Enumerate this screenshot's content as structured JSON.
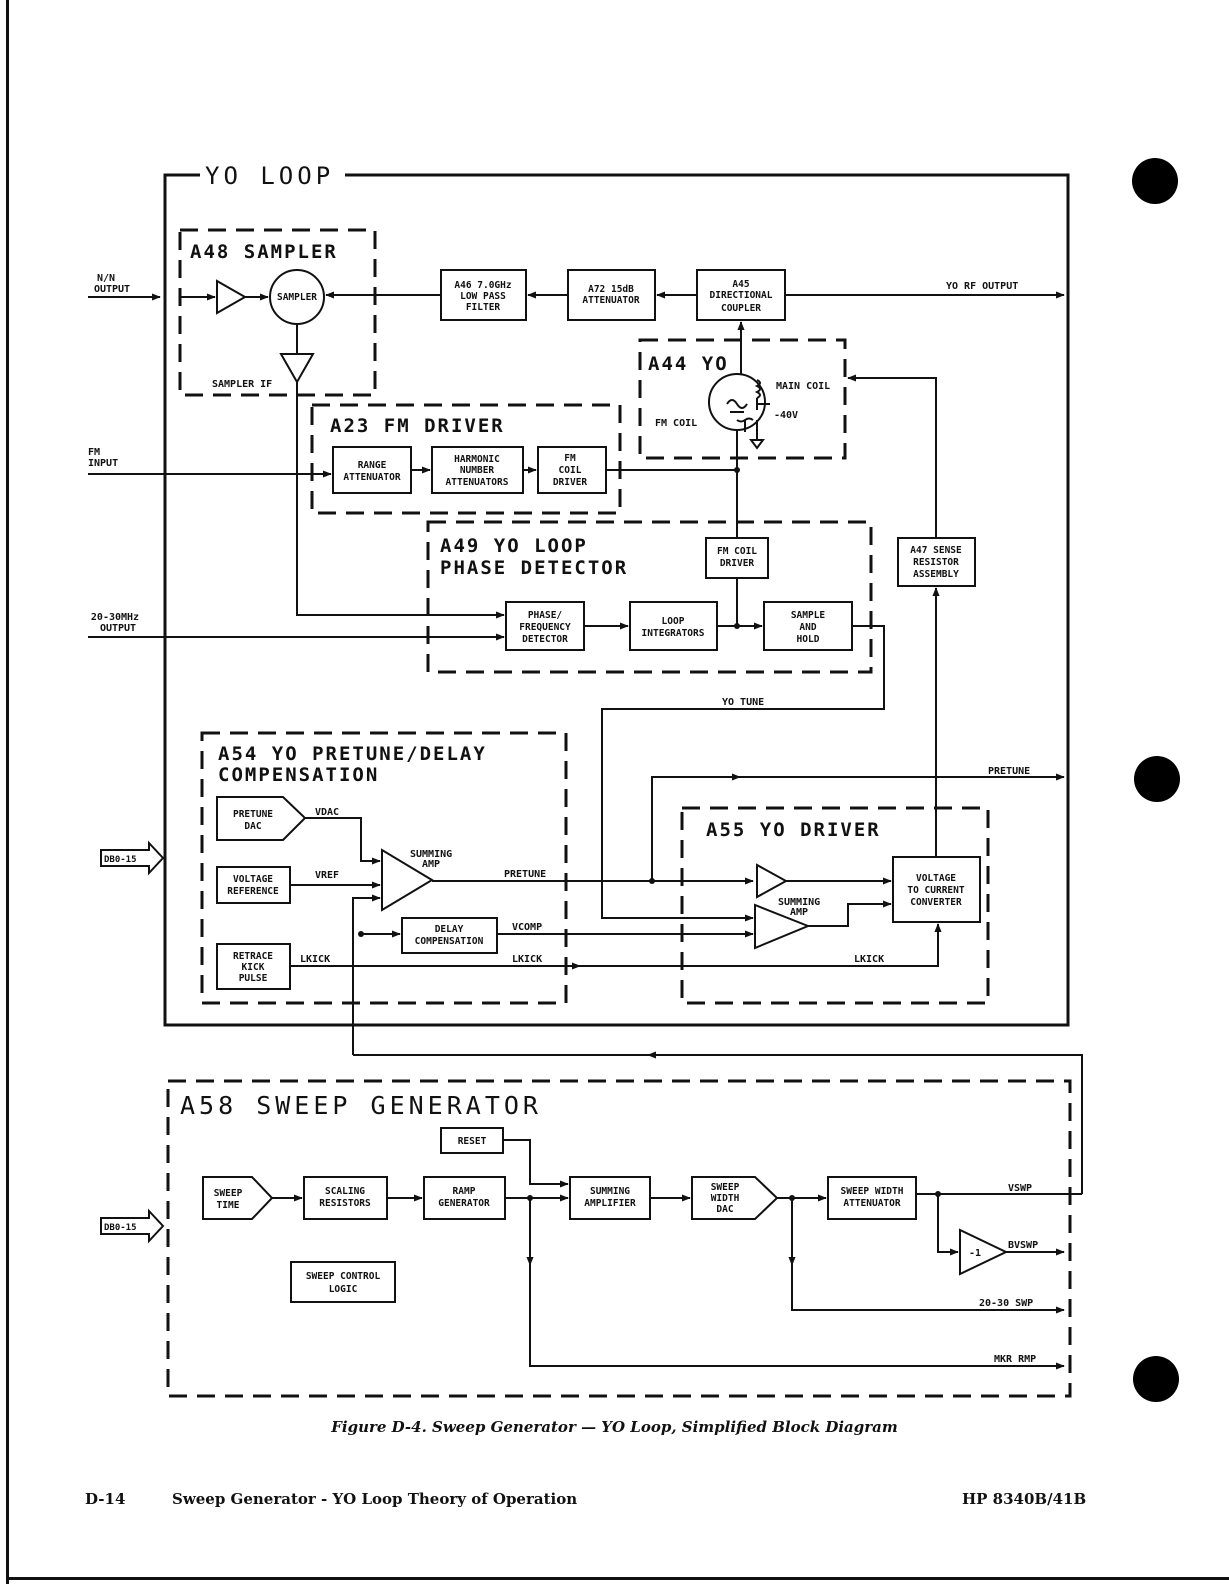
{
  "loop_title": "YO LOOP",
  "sections": {
    "a48": "A48 SAMPLER",
    "a23": "A23 FM DRIVER",
    "a44": "A44 YO",
    "a49_line1": "A49 YO LOOP",
    "a49_line2": "PHASE DETECTOR",
    "a54_line1": "A54 YO PRETUNE/DELAY",
    "a54_line2": "COMPENSATION",
    "a55": "A55 YO DRIVER",
    "a58": "A58 SWEEP GENERATOR"
  },
  "blocks": {
    "sampler": "SAMPLER",
    "a46": [
      "A46 7.0GHz",
      "LOW PASS",
      "FILTER"
    ],
    "a72": [
      "A72 15dB",
      "ATTENUATOR"
    ],
    "a45": [
      "A45",
      "DIRECTIONAL",
      "COUPLER"
    ],
    "range_att": [
      "RANGE",
      "ATTENUATOR"
    ],
    "harmonic": [
      "HARMONIC",
      "NUMBER",
      "ATTENUATORS"
    ],
    "fm_coil_driver_a23": [
      "FM",
      "COIL",
      "DRIVER"
    ],
    "fm_coil_driver_a49": [
      "FM COIL",
      "DRIVER"
    ],
    "a47": [
      "A47 SENSE",
      "RESISTOR",
      "ASSEMBLY"
    ],
    "pfd": [
      "PHASE/",
      "FREQUENCY",
      "DETECTOR"
    ],
    "loop_int": [
      "LOOP",
      "INTEGRATORS"
    ],
    "sample_hold": [
      "SAMPLE",
      "AND",
      "HOLD"
    ],
    "pretune_dac": [
      "PRETUNE",
      "DAC"
    ],
    "voltage_ref": [
      "VOLTAGE",
      "REFERENCE"
    ],
    "retrace": [
      "RETRACE",
      "KICK",
      "PULSE"
    ],
    "delay_comp": [
      "DELAY",
      "COMPENSATION"
    ],
    "v2i": [
      "VOLTAGE",
      "TO CURRENT",
      "CONVERTER"
    ],
    "reset": "RESET",
    "sweep_time": [
      "SWEEP",
      "TIME"
    ],
    "scaling": [
      "SCALING",
      "RESISTORS"
    ],
    "ramp": [
      "RAMP",
      "GENERATOR"
    ],
    "summing_amplifier": [
      "SUMMING",
      "AMPLIFIER"
    ],
    "sweep_width_dac": [
      "SWEEP",
      "WIDTH",
      "DAC"
    ],
    "sweep_width_att": [
      "SWEEP WIDTH",
      "ATTENUATOR"
    ],
    "sweep_control": [
      "SWEEP CONTROL",
      "LOGIC"
    ]
  },
  "labels": {
    "nn_output": [
      "N/N",
      "OUTPUT"
    ],
    "fm_input": [
      "FM",
      "INPUT"
    ],
    "out_2030": [
      "20-30MHz",
      "OUTPUT"
    ],
    "db_bus": "DB0-15",
    "yo_rf_output": "YO RF OUTPUT",
    "sampler_if": "SAMPLER IF",
    "fm_coil": "FM COIL",
    "main_coil": "MAIN COIL",
    "minus40v": "-40V",
    "yo_tune": "YO TUNE",
    "pretune_out": "PRETUNE",
    "vdac": "VDAC",
    "vref": "VREF",
    "summing_amp": [
      "SUMMING",
      "AMP"
    ],
    "pretune": "PRETUNE",
    "vcomp": "VCOMP",
    "lkick": "LKICK",
    "summing_amp_a55": [
      "SUMMING",
      "AMP"
    ],
    "lkick_a55": "LKICK",
    "vswp": "VSWP",
    "inverter": "-1",
    "bvswp": "BVSWP",
    "swp_2030": "20-30 SWP",
    "mkr_rmp": "MKR RMP"
  },
  "caption": "Figure D-4. Sweep Generator — YO Loop, Simplified Block Diagram",
  "footer": {
    "page": "D-14",
    "title": "Sweep Generator - YO Loop Theory of Operation",
    "model": "HP 8340B/41B"
  }
}
